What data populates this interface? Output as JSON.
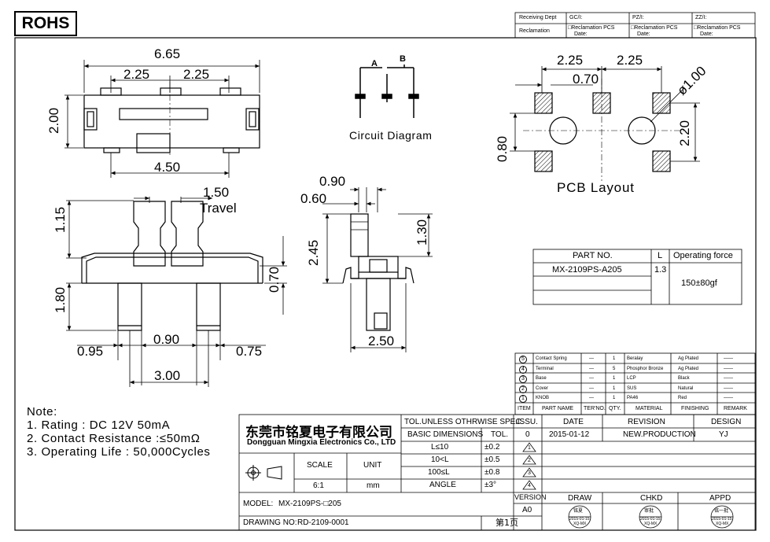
{
  "badge": "ROHS",
  "header_block": {
    "receiving_dept": "Receiving Dept",
    "reclamation": "Reclamation",
    "cols": [
      "GC/I:",
      "PZ/I:",
      "ZZ/I:"
    ],
    "recl": "□Reclamation  PCS",
    "date": "Date:"
  },
  "dims": {
    "d665": "6.65",
    "d225a": "2.25",
    "d225b": "2.25",
    "d200": "2.00",
    "d450": "4.50",
    "d150": "1.50",
    "travel": "Travel",
    "d115": "1.15",
    "d180": "1.80",
    "d070": "0.70",
    "d095": "0.95",
    "d090a": "0.90",
    "d075": "0.75",
    "d300": "3.00",
    "d090b": "0.90",
    "d060": "0.60",
    "d245": "2.45",
    "d130": "1.30",
    "d250": "2.50",
    "pcb225a": "2.25",
    "pcb225b": "2.25",
    "pcb070": "0.70",
    "pcbphi": "ø1.00",
    "pcb080": "0.80",
    "pcb220": "2.20"
  },
  "circuit": {
    "a": "A",
    "b": "B",
    "caption": "Circuit Diagram"
  },
  "pcb_caption": "PCB Layout",
  "part_table": {
    "headers": [
      "PART NO.",
      "L",
      "Operating force"
    ],
    "part_no": "MX-2109PS-A205",
    "l": "1.3",
    "force": "150±80gf"
  },
  "bom": {
    "rows": [
      {
        "item": "5",
        "name": "Contact Spring",
        "ter": "—",
        "qty": "1",
        "mat": "Beralay",
        "fin": "Ag Plated",
        "rem": "——"
      },
      {
        "item": "4",
        "name": "Terminal",
        "ter": "—",
        "qty": "5",
        "mat": "Phosphor Bronze",
        "fin": "Ag Plated",
        "rem": "——"
      },
      {
        "item": "3",
        "name": "Base",
        "ter": "—",
        "qty": "1",
        "mat": "LCP",
        "fin": "Black",
        "rem": "——"
      },
      {
        "item": "2",
        "name": "Cover",
        "ter": "—",
        "qty": "1",
        "mat": "SUS",
        "fin": "Natural",
        "rem": "——"
      },
      {
        "item": "1",
        "name": "KNOB",
        "ter": "—",
        "qty": "1",
        "mat": "PA46",
        "fin": "Red",
        "rem": "——"
      }
    ],
    "headers": [
      "ITEM",
      "PART NAME",
      "TER'NO.",
      "QTY.",
      "MATERIAL",
      "FINISHING",
      "REMARK"
    ]
  },
  "notes": {
    "title": "Note:",
    "items": [
      "1. Rating : DC 12V 50mA",
      "2. Contact Resistance :≤50mΩ",
      "3. Operating Life : 50,000Cycles"
    ]
  },
  "title_block": {
    "company_cn": "东莞市铭夏电子有限公司",
    "company_en": "Dongguan Mingxia Electronics Co., LTD",
    "tol_spec": "TOL.UNLESS OTHRWISE SPEC.",
    "basic_dim": "BASIC DIMENSIONS",
    "tol": "TOL.",
    "tol_rows": [
      [
        "L≤10",
        "±0.2"
      ],
      [
        "10<L",
        "±0.5"
      ],
      [
        "100≤L",
        "±0.8"
      ],
      [
        "ANGLE",
        "±3°"
      ]
    ],
    "scale_label": "SCALE",
    "unit_label": "UNIT",
    "scale": "6:1",
    "unit": "mm",
    "issu": ".ISSU.",
    "date": "DATE",
    "revision": "REVISION",
    "design": "DESIGN",
    "issue_no": "0",
    "issue_date": "2015-01-12",
    "issue_desc": "NEW.PRODUCTION",
    "designer": "YJ",
    "tri": [
      "1",
      "2",
      "3",
      "4"
    ],
    "version": "VERSION",
    "version_val": "A0",
    "draw": "DRAW",
    "chkd": "CHKD",
    "appd": "APPD",
    "model_label": "MODEL:",
    "model": "MX-2109PS-□205",
    "drawing_label": "DRAWING NO:",
    "drawing_no": "RD-2109-0001",
    "page": "第1页",
    "stamp_top": [
      "铭夏",
      "审批",
      "铭一批"
    ],
    "stamp_date": "2015-01-15",
    "stamp_bottom": "XQ-MX"
  }
}
